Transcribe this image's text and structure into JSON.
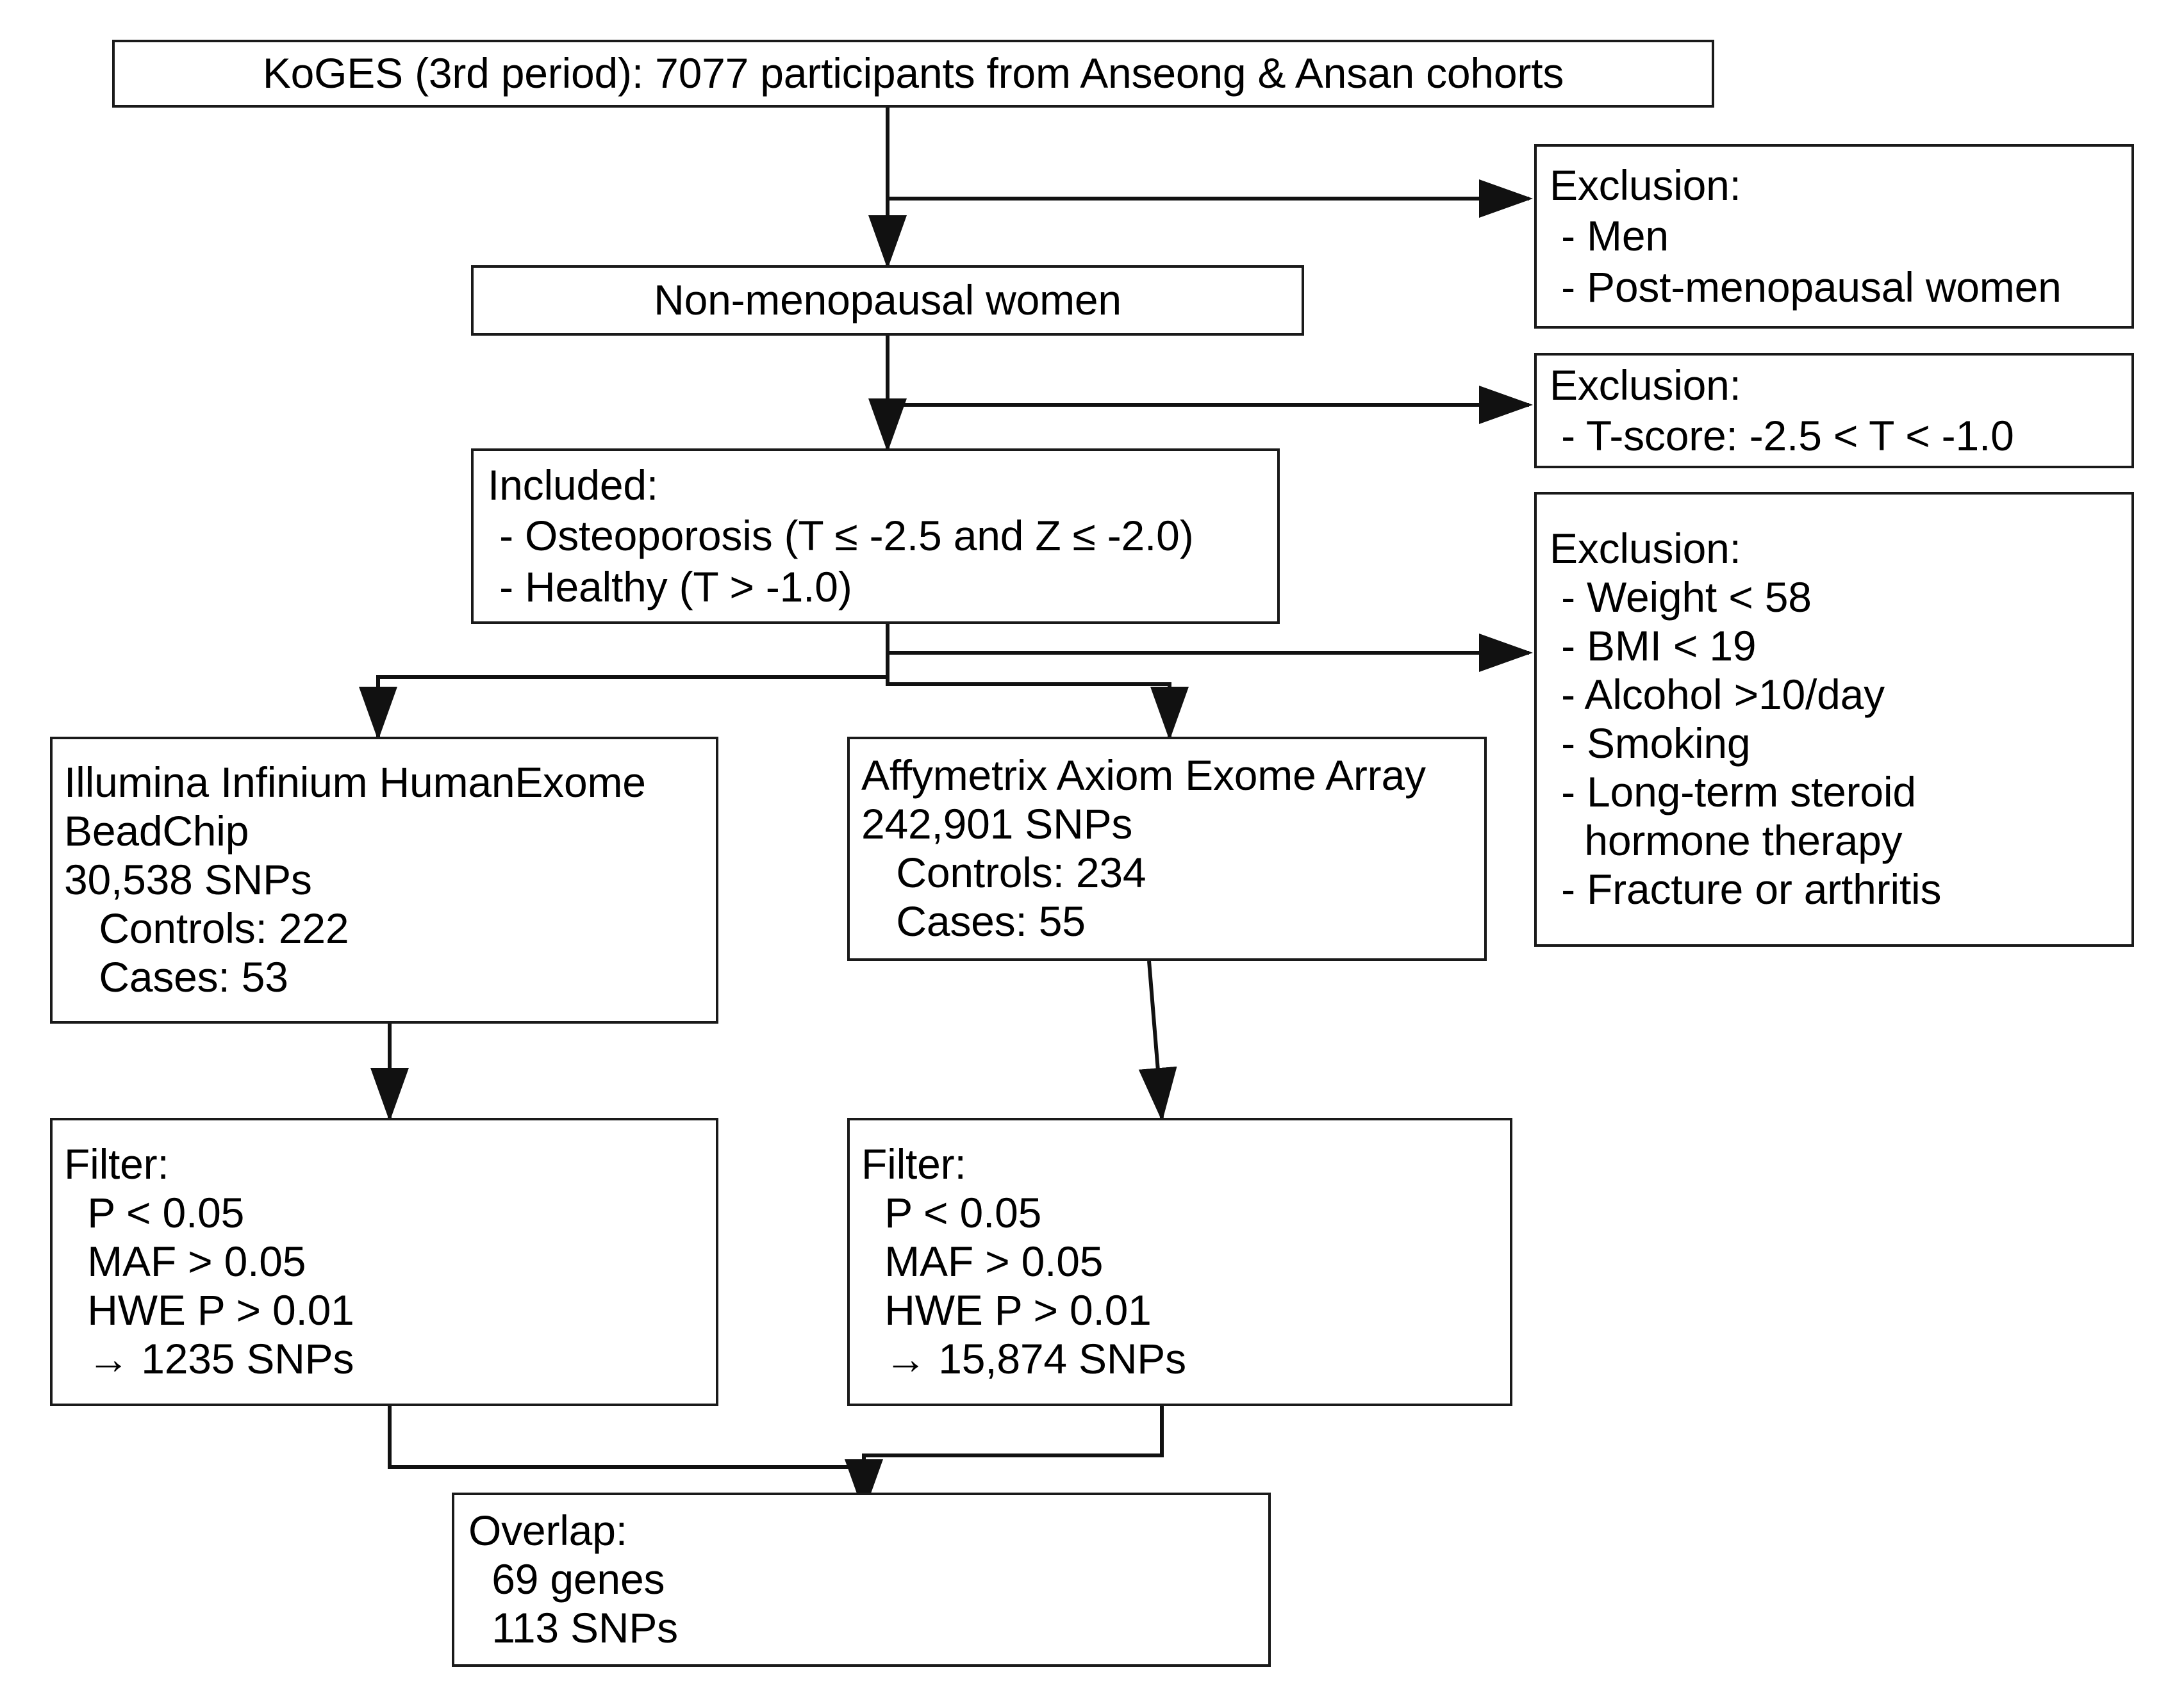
{
  "diagram": {
    "title": "Study participant selection and exome genotyping flowchart",
    "stroke_color": "#1a1a1a",
    "background_color": "#ffffff"
  },
  "nodes": {
    "source": {
      "name": "koges-source",
      "lines": [
        "KoGES (3rd period): 7077 participants from Anseong & Ansan cohorts"
      ]
    },
    "nonmenopausal": {
      "name": "non-menopausal-women",
      "lines": [
        "Non-menopausal women"
      ]
    },
    "included": {
      "name": "included-criteria",
      "lines": [
        "Included:",
        " - Osteoporosis (T ≤ -2.5 and Z ≤ -2.0)",
        " - Healthy (T > -1.0)"
      ]
    },
    "exclusion_sex": {
      "name": "exclusion-sex-menopause",
      "lines": [
        "Exclusion:",
        " - Men",
        " - Post-menopausal women"
      ]
    },
    "exclusion_tscore": {
      "name": "exclusion-tscore",
      "lines": [
        "Exclusion:",
        " - T-score: -2.5 < T < -1.0"
      ]
    },
    "exclusion_clinical": {
      "name": "exclusion-clinical-factors",
      "lines": [
        "Exclusion:",
        " - Weight < 58",
        " - BMI < 19",
        " - Alcohol >10/day",
        " - Smoking",
        " - Long-term steroid",
        "   hormone therapy",
        " - Fracture or arthritis"
      ]
    },
    "illumina": {
      "name": "illumina-platform",
      "lines": [
        "Illumina Infinium HumanExome",
        "BeadChip",
        "30,538 SNPs",
        "   Controls: 222",
        "   Cases: 53"
      ]
    },
    "affymetrix": {
      "name": "affymetrix-platform",
      "lines": [
        "Affymetrix Axiom Exome Array",
        "242,901 SNPs",
        "   Controls: 234",
        "   Cases: 55"
      ]
    },
    "filter_left": {
      "name": "filter-illumina",
      "lines": [
        "Filter:",
        "  P < 0.05",
        "  MAF > 0.05",
        "  HWE P > 0.01",
        "  → 1235 SNPs"
      ]
    },
    "filter_right": {
      "name": "filter-affymetrix",
      "lines": [
        "Filter:",
        "  P < 0.05",
        "  MAF > 0.05",
        "  HWE P > 0.01",
        "  → 15,874 SNPs"
      ]
    },
    "overlap": {
      "name": "overlap-result",
      "lines": [
        "Overlap:",
        "  69 genes",
        "  113 SNPs"
      ]
    }
  },
  "chart_data": {
    "type": "table",
    "title": "Study participant selection and exome genotyping flowchart",
    "flow": [
      {
        "step": "KoGES (3rd period)",
        "participants": 7077,
        "cohorts": [
          "Anseong",
          "Ansan"
        ]
      },
      {
        "step": "Non-menopausal women",
        "excluded": [
          "Men",
          "Post-menopausal women"
        ]
      },
      {
        "step": "Included",
        "criteria": [
          "Osteoporosis (T ≤ -2.5 and Z ≤ -2.0)",
          "Healthy (T > -1.0)"
        ],
        "excluded": [
          "T-score: -2.5 < T < -1.0"
        ]
      },
      {
        "step": "Clinical exclusions",
        "excluded": [
          "Weight < 58",
          "BMI < 19",
          "Alcohol >10/day",
          "Smoking",
          "Long-term steroid hormone therapy",
          "Fracture or arthritis"
        ]
      },
      {
        "step": "Illumina Infinium HumanExome BeadChip",
        "snps": 30538,
        "controls": 222,
        "cases": 53,
        "filtered_snps": 1235
      },
      {
        "step": "Affymetrix Axiom Exome Array",
        "snps": 242901,
        "controls": 234,
        "cases": 55,
        "filtered_snps": 15874
      },
      {
        "step": "Overlap",
        "genes": 69,
        "snps": 113
      }
    ],
    "filters": [
      "P < 0.05",
      "MAF > 0.05",
      "HWE P > 0.01"
    ]
  }
}
